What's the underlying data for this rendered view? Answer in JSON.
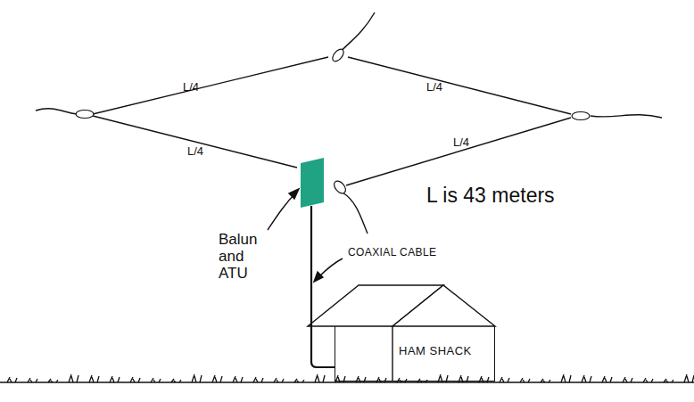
{
  "diagram": {
    "nodes": [
      {
        "text": [
          "Balun and ATU"
        ]
      },
      {
        "text": [
          "HAM SHACK"
        ]
      }
    ],
    "edges": [
      {
        "from": 0,
        "to": 1,
        "arrow": "none",
        "label": "COAXIAL CABLE"
      }
    ],
    "labels": [
      "L/4",
      "L/4",
      "L/4",
      "L/4",
      "L is 43 meters"
    ]
  }
}
